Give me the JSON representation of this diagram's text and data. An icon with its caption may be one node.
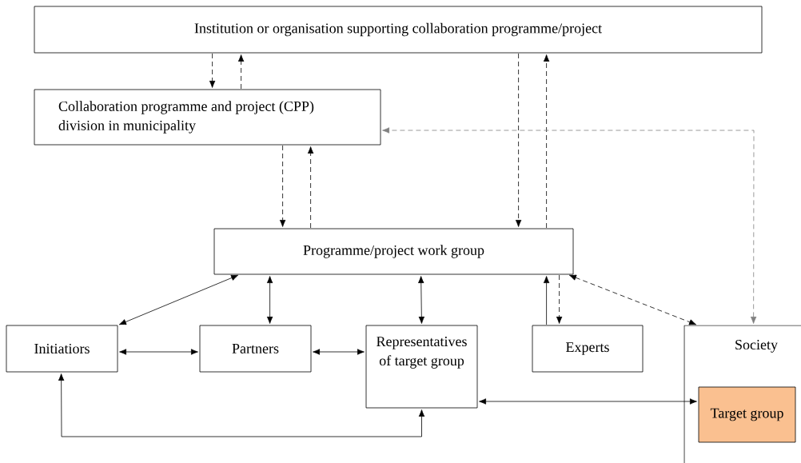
{
  "diagram": {
    "nodes": [
      {
        "text": [
          "Institution or organisation supporting collaboration programme/project"
        ]
      },
      {
        "text": [
          "Collaboration programme and project (CPP) division in municipality"
        ]
      },
      {
        "text": [
          "Programme/project work group"
        ]
      },
      {
        "text": [
          "Initiatiors"
        ]
      },
      {
        "text": [
          "Partners"
        ]
      },
      {
        "text": [
          "Representatives of target group"
        ]
      },
      {
        "text": [
          "Experts"
        ]
      },
      {
        "text": [
          "Society"
        ]
      },
      {
        "text": [
          "Target group"
        ],
        "in": 7
      }
    ],
    "edges": [
      {
        "from": 0,
        "to": 1,
        "arrow": "to",
        "style": "dashed"
      },
      {
        "from": 1,
        "to": 0,
        "arrow": "to",
        "style": "dashed"
      },
      {
        "from": 1,
        "to": 2,
        "arrow": "to",
        "style": "dashed"
      },
      {
        "from": 2,
        "to": 1,
        "arrow": "to",
        "style": "dashed"
      },
      {
        "from": 0,
        "to": 2,
        "arrow": "to",
        "style": "dashed"
      },
      {
        "from": 2,
        "to": 0,
        "arrow": "to",
        "style": "dashed"
      },
      {
        "from": 7,
        "to": 1,
        "arrow": "both",
        "style": "dashed",
        "color": "#808080"
      },
      {
        "from": 2,
        "to": 3,
        "arrow": "both"
      },
      {
        "from": 2,
        "to": 4,
        "arrow": "both"
      },
      {
        "from": 2,
        "to": 5,
        "arrow": "both"
      },
      {
        "from": 3,
        "to": 4,
        "arrow": "both"
      },
      {
        "from": 4,
        "to": 5,
        "arrow": "both"
      },
      {
        "from": 6,
        "to": 2,
        "arrow": "to"
      },
      {
        "from": 2,
        "to": 6,
        "arrow": "to",
        "style": "dashed"
      },
      {
        "from": 2,
        "to": 7,
        "arrow": "both",
        "style": "dashed"
      },
      {
        "from": 5,
        "to": 8,
        "arrow": "both"
      },
      {
        "from": 3,
        "to": 5,
        "arrow": "both"
      }
    ]
  }
}
